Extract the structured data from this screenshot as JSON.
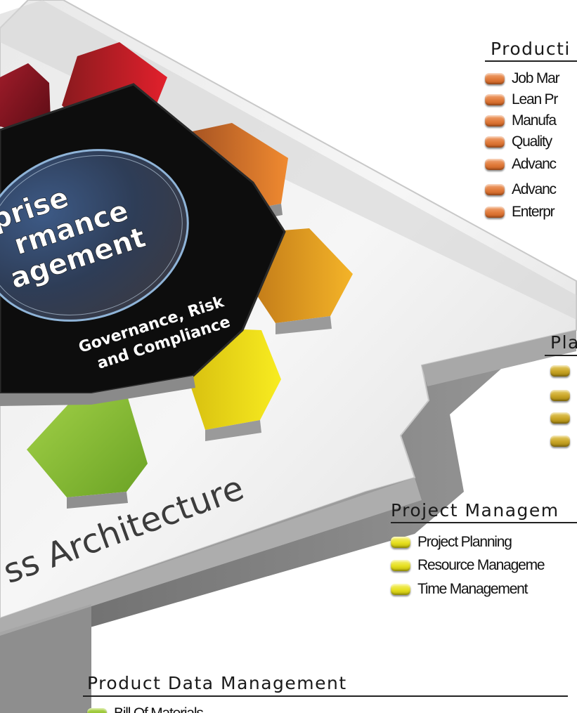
{
  "diagram": {
    "center": {
      "title_lines": [
        "rprise",
        "rmance",
        "agement"
      ],
      "subtitle_lines": [
        "Governance, Risk",
        "and Compliance"
      ]
    },
    "platform_label": "ss Architecture"
  },
  "sections": {
    "production": {
      "heading": "Producti",
      "bullet_color": "#e07a3a",
      "items": [
        "Job Mar",
        "Lean Pr",
        "Manufa",
        "Quality",
        "Advanc",
        "Advanc",
        "Enterpr"
      ]
    },
    "planning": {
      "heading": "Pla",
      "bullet_color": "#c9a526",
      "items": [
        "",
        "",
        "",
        ""
      ]
    },
    "project_management": {
      "heading": "Project Managem",
      "bullet_color": "#e6df20",
      "items": [
        "Project Planning",
        "Resource Manageme",
        "Time Management"
      ]
    },
    "product_data_management": {
      "heading": "Product Data Management",
      "bullet_color": "#8fbf2a",
      "items": [
        "Bill Of Materials"
      ]
    }
  },
  "colors": {
    "heptagon_segments": [
      "#7a1420",
      "#d0242e",
      "#e8702a",
      "#f0a020",
      "#f2e214",
      "#8cc43c"
    ],
    "hub": "#0c0c0c"
  }
}
